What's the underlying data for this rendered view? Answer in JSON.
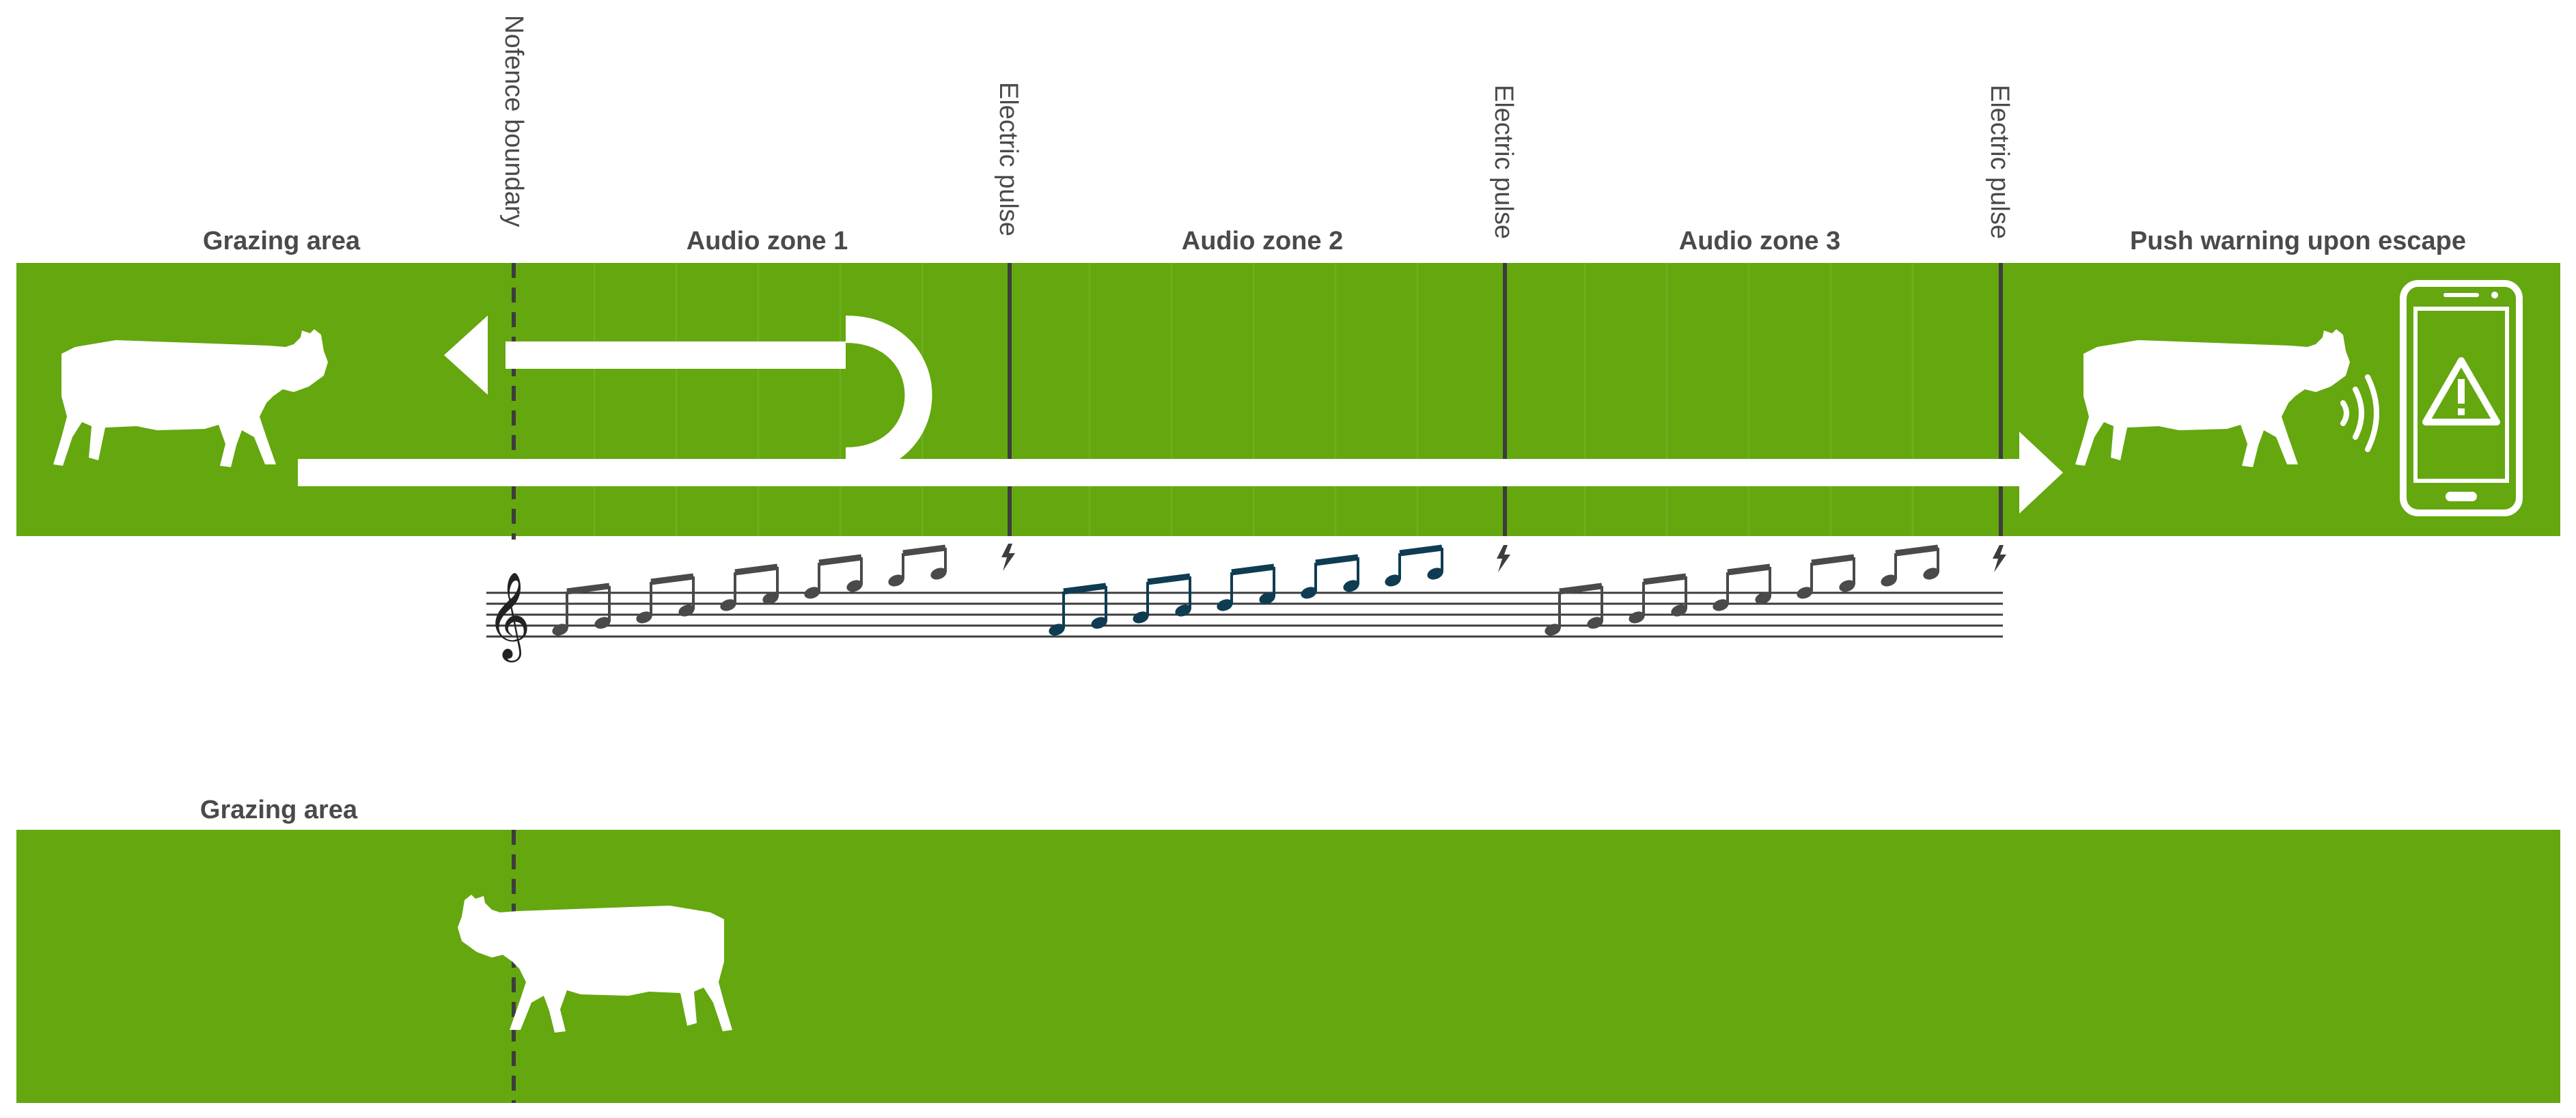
{
  "diagram": {
    "top_strip": {
      "labels": {
        "grazing": "Grazing area",
        "audio1": "Audio zone 1",
        "audio2": "Audio zone 2",
        "audio3": "Audio zone 3",
        "push": "Push warning upon escape"
      },
      "boundary_label": "Nofence boundary",
      "pulse_labels": [
        "Electric pulse",
        "Electric pulse",
        "Electric pulse"
      ]
    },
    "bottom_strip": {
      "label": "Grazing area"
    },
    "colors": {
      "field_green": "#64a70f",
      "line_dark": "#3d3d3d",
      "note_gray": "#4a4a4a",
      "note_teal": "#0f3c52",
      "white": "#ffffff"
    },
    "icons": [
      "cow-icon",
      "smartphone-icon",
      "warning-icon",
      "lightning-icon",
      "treble-clef-icon",
      "signal-waves-icon"
    ]
  }
}
